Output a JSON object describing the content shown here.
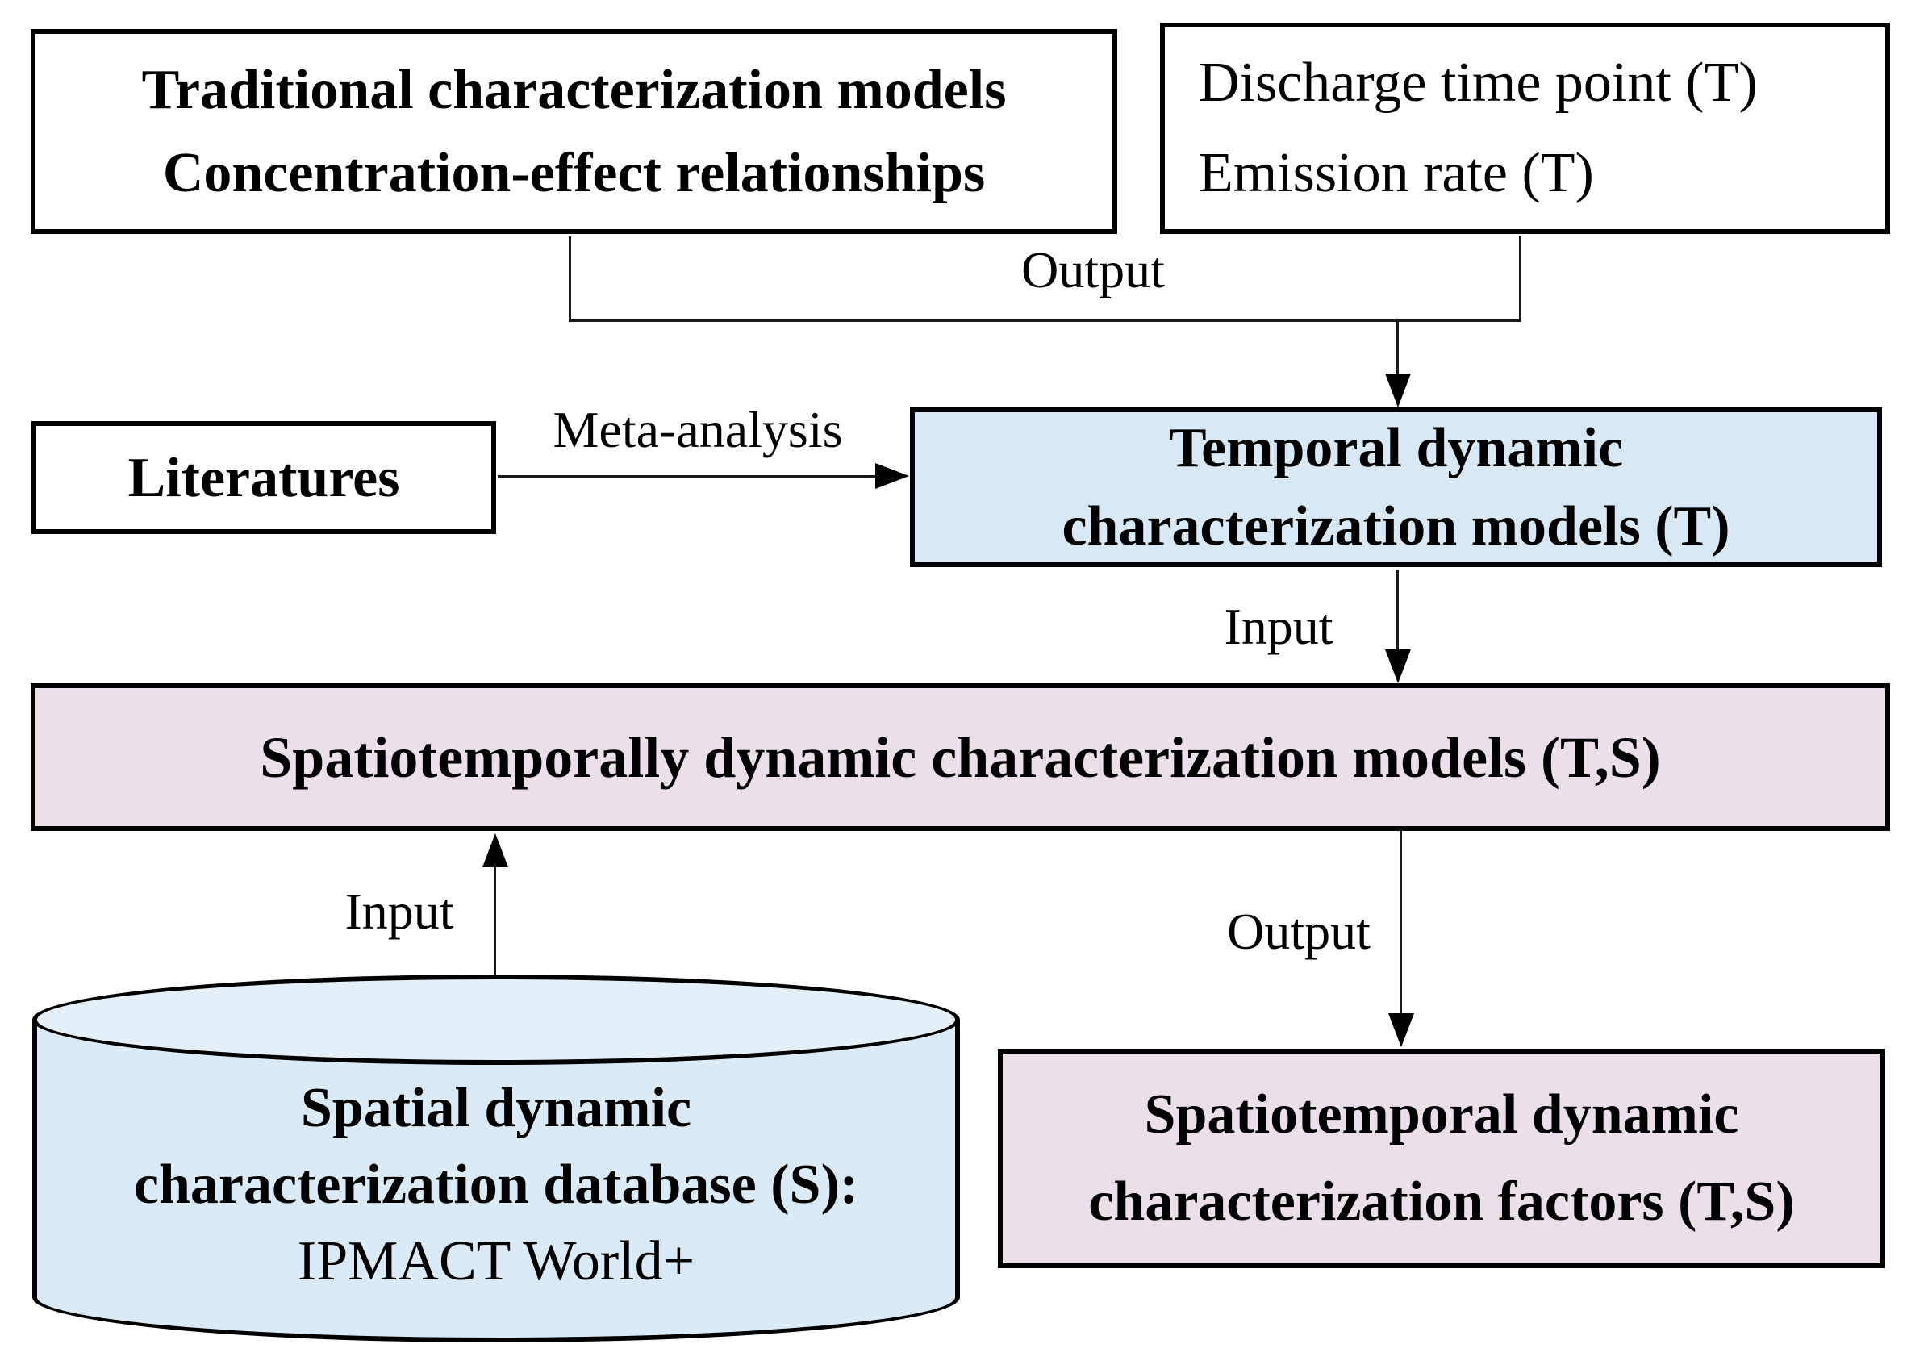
{
  "diagram": {
    "colors": {
      "background": "#ffffff",
      "box_white": "#ffffff",
      "box_blue": "#d9e8f5",
      "box_pink": "#ebdfe9",
      "cylinder_body": "#daeaf6",
      "cylinder_top": "#e4eff8",
      "border": "#000000",
      "line": "#1a1a1a"
    },
    "nodes": {
      "traditional": {
        "line1": "Traditional characterization models",
        "line2": "Concentration-effect relationships"
      },
      "discharge": {
        "line1": "Discharge time point (T)",
        "line2": "Emission rate (T)"
      },
      "literatures": {
        "label": "Literatures"
      },
      "temporal": {
        "line1": "Temporal dynamic",
        "line2": "characterization models (T)"
      },
      "spatiotemporal_models": {
        "label": "Spatiotemporally dynamic characterization models (T,S)"
      },
      "database": {
        "line1": "Spatial dynamic",
        "line2": "characterization database (S):",
        "line3": "IPMACT World+"
      },
      "factors": {
        "line1": "Spatiotemporal dynamic",
        "line2": "characterization factors (T,S)"
      }
    },
    "labels": {
      "output_top": "Output",
      "meta_analysis": "Meta-analysis",
      "input_top": "Input",
      "input_bottom": "Input",
      "output_bottom": "Output"
    }
  }
}
